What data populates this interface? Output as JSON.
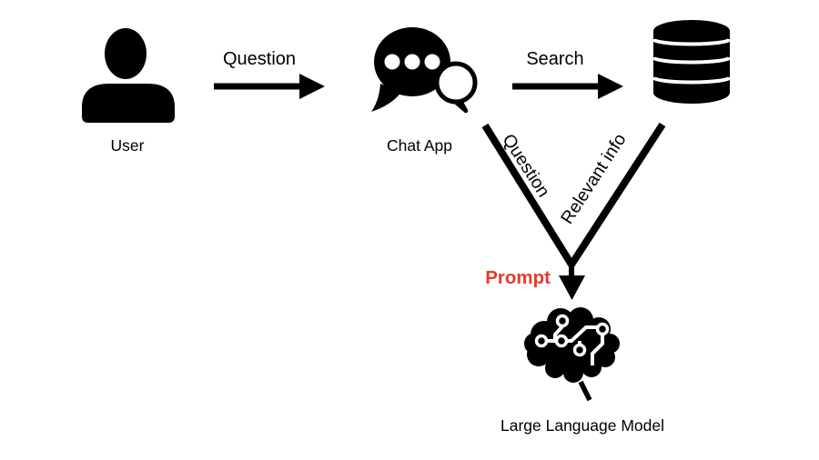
{
  "diagram": {
    "background": "#ffffff",
    "ink_color": "#000000",
    "accent_color": "#E6392B",
    "nodes": [
      {
        "id": "user",
        "label": "User",
        "icon": "person-icon"
      },
      {
        "id": "chat-app",
        "label": "Chat App",
        "icon": "chat-bubbles-icon"
      },
      {
        "id": "database",
        "label": "",
        "icon": "database-icon"
      },
      {
        "id": "llm",
        "label": "Large Language Model",
        "icon": "brain-circuit-icon"
      }
    ],
    "edges": [
      {
        "from": "user",
        "to": "chat-app",
        "label": "Question",
        "style": "horizontal-arrow"
      },
      {
        "from": "chat-app",
        "to": "database",
        "label": "Search",
        "style": "horizontal-arrow"
      },
      {
        "from": "chat-app",
        "to": "merge-point",
        "label": "Question",
        "style": "diagonal-line"
      },
      {
        "from": "database",
        "to": "merge-point",
        "label": "Relevant info",
        "style": "diagonal-line"
      },
      {
        "from": "merge-point",
        "to": "llm",
        "label": "Prompt",
        "label_color": "#E6392B",
        "style": "down-arrow"
      }
    ]
  }
}
